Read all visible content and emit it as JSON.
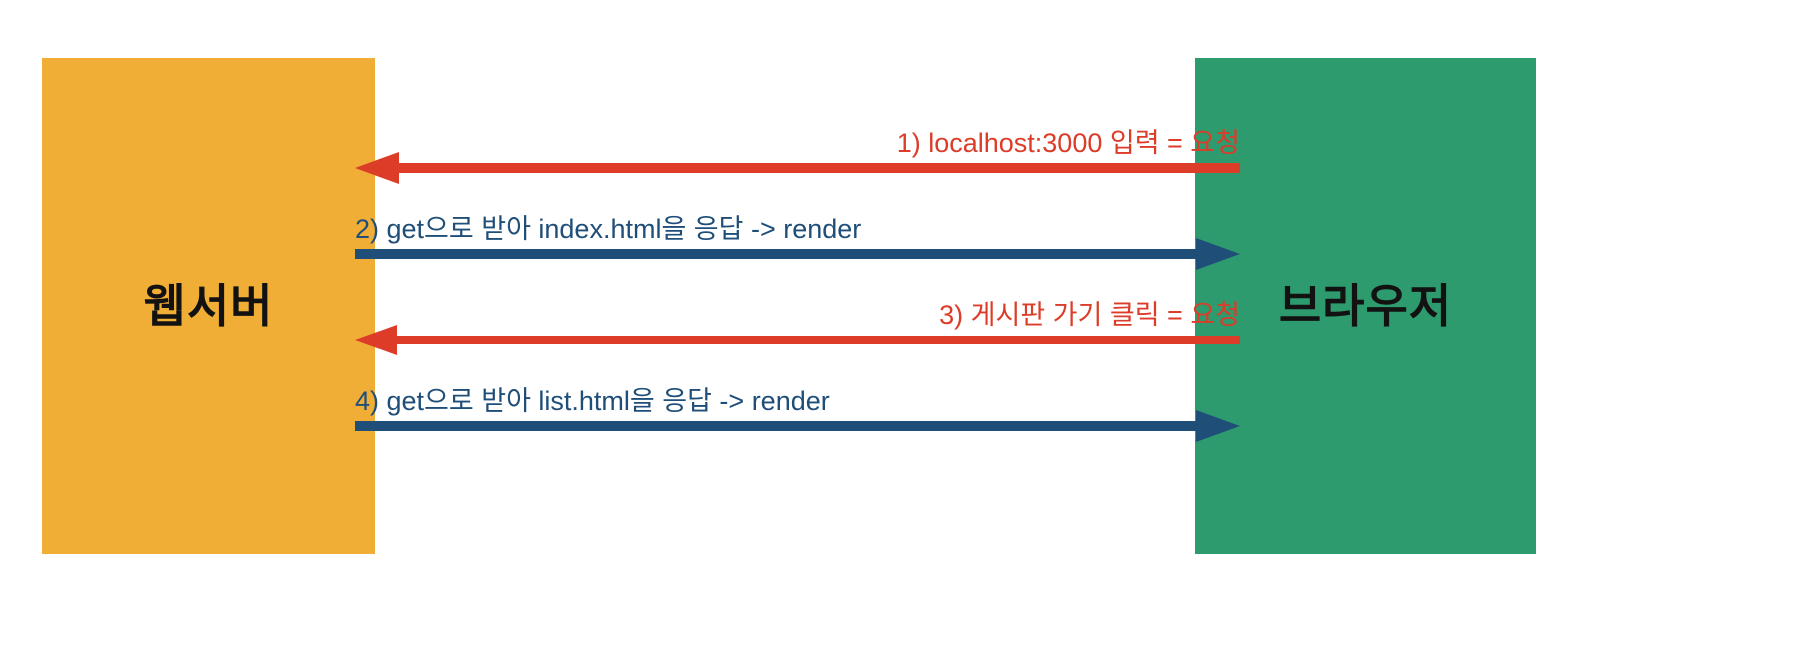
{
  "diagram": {
    "type": "sequence-diagram",
    "title": "",
    "background_color": "#ffffff",
    "actors": [
      {
        "id": "web-server",
        "label": "웹서버",
        "color": "#F0AE36",
        "text_color": "#121212",
        "side": "left"
      },
      {
        "id": "browser",
        "label": "브라우저",
        "color": "#2E9B6F",
        "text_color": "#121212",
        "side": "right"
      }
    ],
    "colors": {
      "request": "#DC3C28",
      "response": "#1F4E79",
      "server": "#F0AE36",
      "browser": "#2E9B6F"
    },
    "messages": [
      {
        "step": "1",
        "text": "1) localhost:3000 입력 = 요청",
        "direction": "right-to-left",
        "kind": "request",
        "color": "#DC3C28",
        "label_align": "right"
      },
      {
        "step": "2",
        "text": "2) get으로 받아 index.html을 응답 -> render",
        "direction": "left-to-right",
        "kind": "response",
        "color": "#1F4E79",
        "label_align": "left"
      },
      {
        "step": "3",
        "text": "3) 게시판 가기 클릭 = 요청",
        "direction": "right-to-left",
        "kind": "request",
        "color": "#DC3C28",
        "label_align": "right"
      },
      {
        "step": "4",
        "text": "4) get으로 받아 list.html을 응답 -> render",
        "direction": "left-to-right",
        "kind": "response",
        "color": "#1F4E79",
        "label_align": "left"
      }
    ]
  }
}
